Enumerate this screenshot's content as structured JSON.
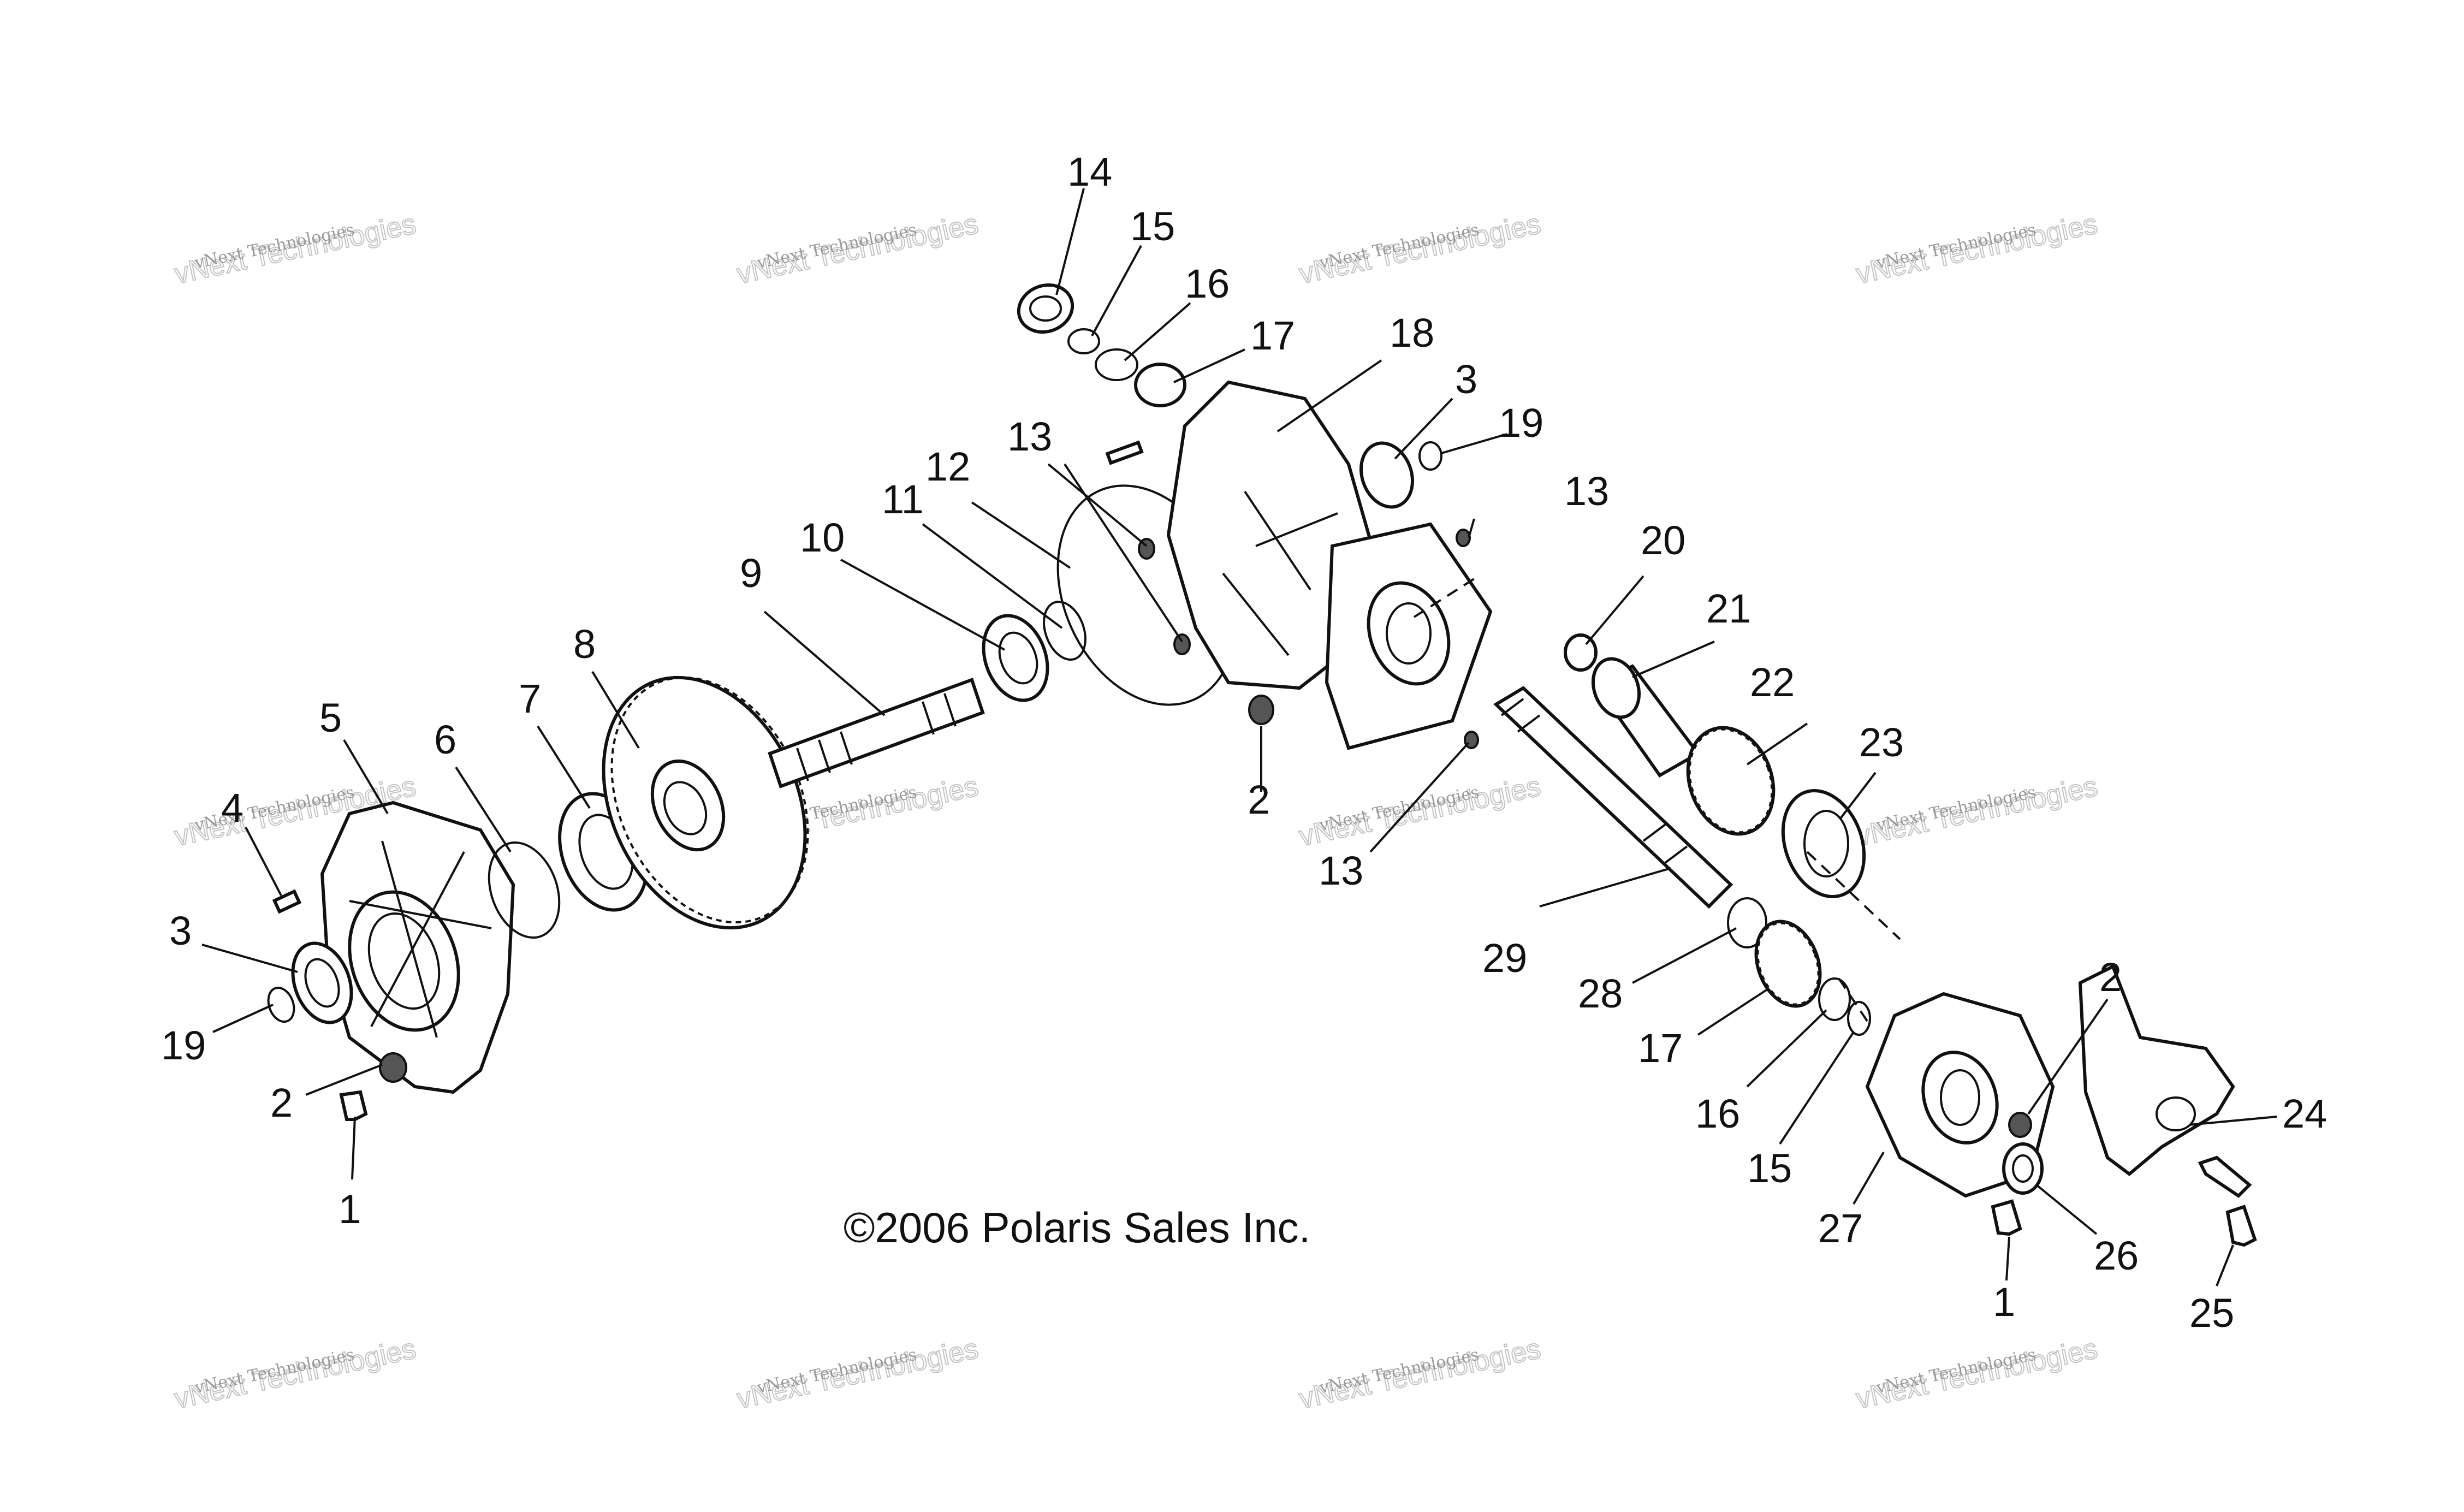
{
  "watermark": {
    "line1": "vNext Technologies",
    "line2": "vNext Technologies"
  },
  "copyright": "©2006 Polaris Sales Inc.",
  "callouts": [
    "14",
    "15",
    "16",
    "17",
    "18",
    "3",
    "19",
    "13",
    "12",
    "11",
    "10",
    "9",
    "8",
    "7",
    "6",
    "5",
    "4",
    "3",
    "19",
    "2",
    "1",
    "13",
    "20",
    "21",
    "22",
    "23",
    "2",
    "13",
    "29",
    "28",
    "17",
    "16",
    "15",
    "2",
    "24",
    "27",
    "26",
    "1",
    "25"
  ],
  "colors": {
    "line": "#111111",
    "watermark": "#9a9a9a",
    "background": "#ffffff"
  }
}
